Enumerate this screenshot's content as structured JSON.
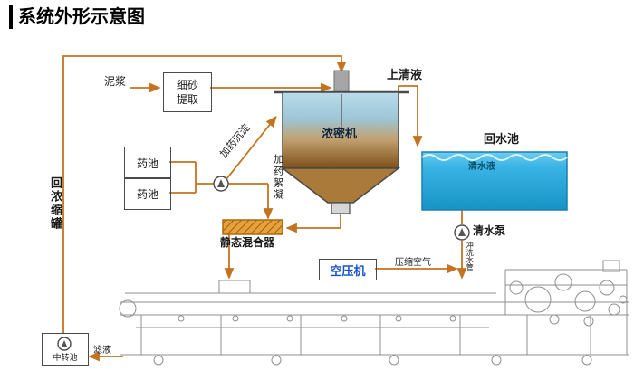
{
  "title": "系统外形示意图",
  "colors": {
    "accent_orange": "#c4731f",
    "water_blue": "#2aa9de",
    "thickener_top": "#b9dcec",
    "thickener_bottom": "#7d4f16",
    "machine_gray": "#8f8f8f",
    "air_label_blue": "#1552c8"
  },
  "labels": {
    "mud": "泥浆",
    "fine_sand_extraction": "细砂提取",
    "supernatant": "上清液",
    "thickener": "浓密机",
    "return_water_pool": "回水池",
    "clear_water": "清水液",
    "clear_water_pump": "清水泵",
    "chemical_pool_1": "药池",
    "chemical_pool_2": "药池",
    "dosing_sedimentation": "加药沉淀",
    "dosing_flocculation": "加药絮凝",
    "static_mixer": "静态混合器",
    "air_compressor": "空压机",
    "compressed_air": "压缩空气",
    "return_concentrate_tank": "回浓缩罐",
    "transfer_pool": "中转池",
    "filtrate": "滤液",
    "flush_water_pipe": "冲洗水管"
  }
}
